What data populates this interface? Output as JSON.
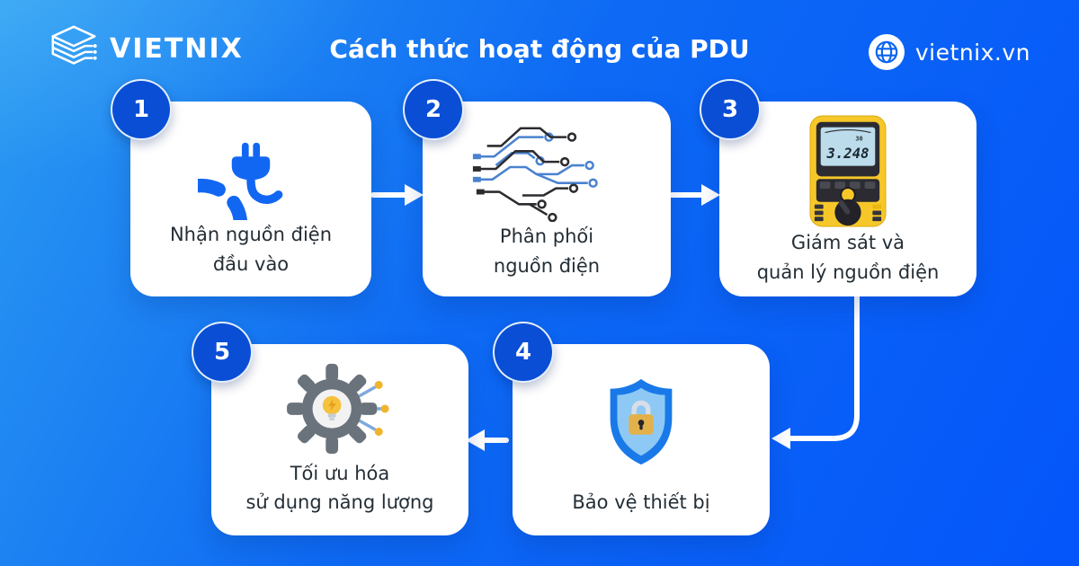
{
  "header": {
    "brand": {
      "name": "VIETNIX",
      "icon": "vietnix-stack-logo-icon"
    },
    "title": "Cách thức hoạt động của PDU",
    "website": {
      "label": "vietnix.vn",
      "icon": "globe-icon"
    }
  },
  "steps": [
    {
      "number": "1",
      "label": "Nhận nguồn điện\nđầu vào",
      "icon": "power-plug-icon"
    },
    {
      "number": "2",
      "label": "Phân phối\nnguồn điện",
      "icon": "circuit-branches-icon"
    },
    {
      "number": "3",
      "label": "Giám sát và\nquản lý nguồn điện",
      "icon": "multimeter-icon",
      "meter": {
        "reading": "3.248",
        "scale": "30"
      }
    },
    {
      "number": "4",
      "label": "Bảo vệ thiết bị",
      "icon": "shield-lock-icon"
    },
    {
      "number": "5",
      "label": "Tối ưu hóa\nsử dụng năng lượng",
      "icon": "gear-lightbulb-icon"
    }
  ],
  "colors": {
    "background_top": "#2b9af1",
    "background_bottom": "#0455fa",
    "badge_blue": "#0a4ed6",
    "card_text": "#242e36",
    "accent_blue": "#1267f2",
    "meter_yellow": "#f6c728",
    "shield_blue": "#1979e8",
    "lock_gold": "#e2b14b",
    "gear_gray": "#6a737c"
  }
}
